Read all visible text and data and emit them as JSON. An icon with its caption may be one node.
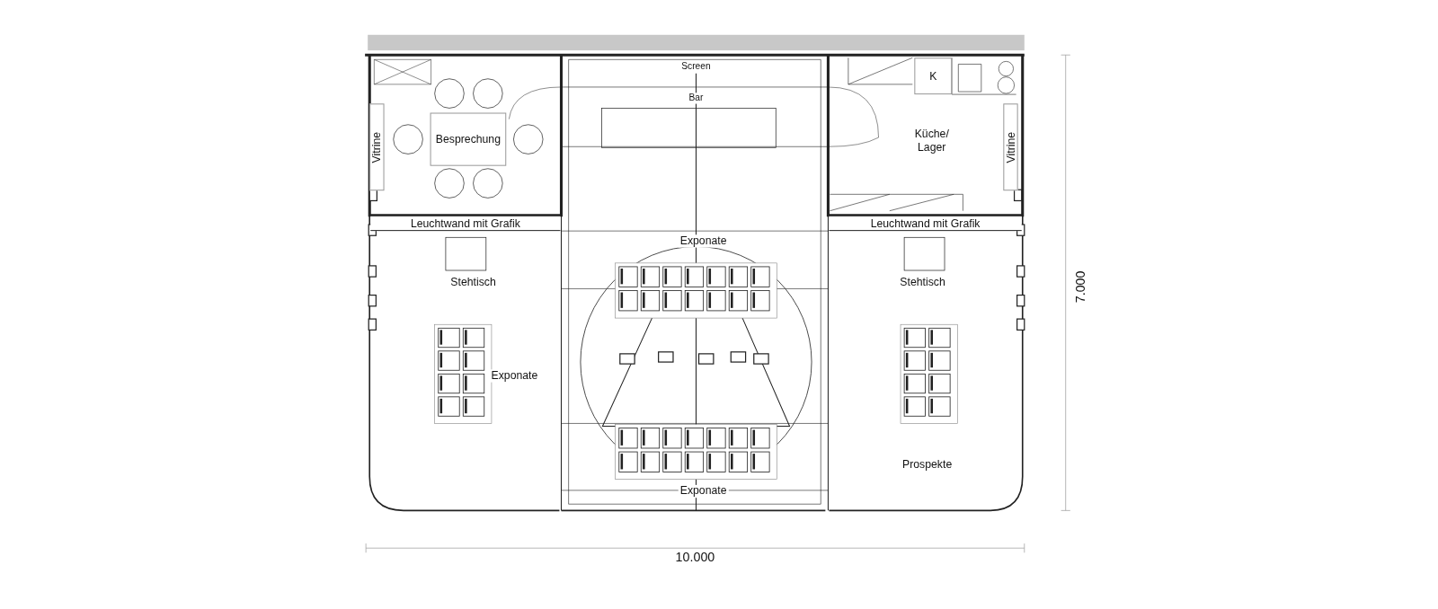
{
  "diagram": {
    "nodes": [
      {
        "text": [
          "Vitrine"
        ]
      },
      {
        "text": [
          "Besprechung"
        ]
      },
      {
        "text": [
          "K"
        ]
      },
      {
        "text": [
          "Vitrine"
        ]
      },
      {
        "text": [
          "Leuchtwand mit Grafik"
        ]
      },
      {
        "text": [
          "Leuchtwand mit Grafik"
        ]
      }
    ],
    "labels": [
      "Screen",
      "Bar",
      "Küche/ Lager",
      "Exponate",
      "Stehtisch",
      "Stehtisch",
      "Exponate",
      "Prospekte",
      "Exponate",
      "10.000",
      "7.000"
    ]
  }
}
